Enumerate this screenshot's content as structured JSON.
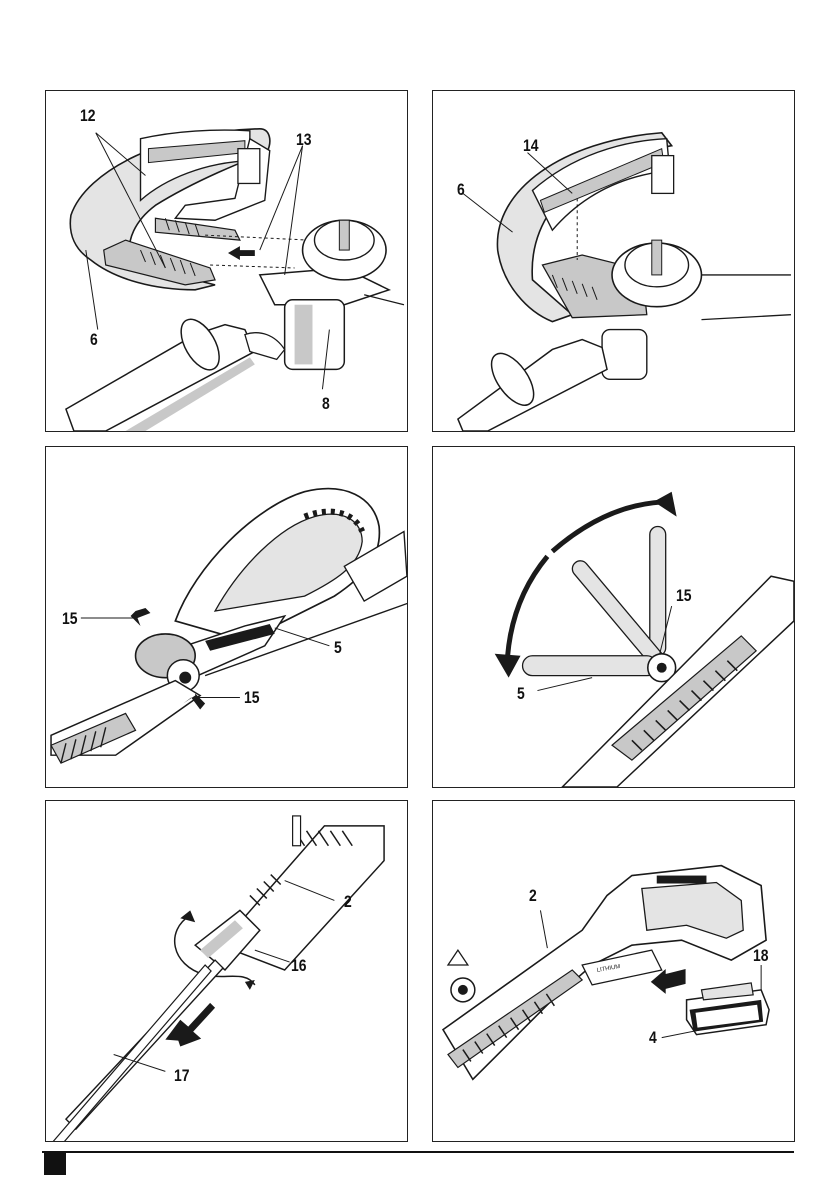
{
  "figures": [
    {
      "id": "A",
      "callouts": [
        "12",
        "13",
        "6",
        "8"
      ]
    },
    {
      "id": "B",
      "callouts": [
        "14",
        "6"
      ]
    },
    {
      "id": "C",
      "callouts": [
        "15",
        "5",
        "15"
      ]
    },
    {
      "id": "D",
      "callouts": [
        "15",
        "5"
      ]
    },
    {
      "id": "E",
      "callouts": [
        "2",
        "16",
        "17"
      ]
    },
    {
      "id": "F",
      "callouts": [
        "2",
        "18",
        "4"
      ]
    }
  ],
  "product_labels": {
    "battery_slot_mark": "LITHIUM"
  },
  "colors": {
    "line": "#1a1a1a",
    "shade": "#c8c8c8",
    "light_shade": "#e4e4e4",
    "page": "#ffffff"
  }
}
